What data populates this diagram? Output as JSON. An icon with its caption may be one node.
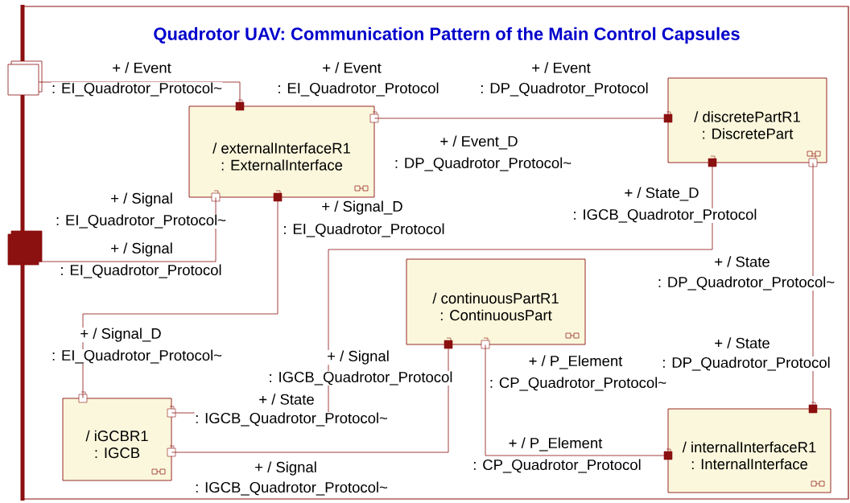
{
  "diagram": {
    "title": "Quadrotor UAV: Communication Pattern of  the  Main Control Capsules",
    "nodes": [
      {
        "text": [],
        "shape": "box"
      },
      {
        "text": [],
        "shape": "box"
      },
      {
        "text": [
          "/ externalInterfaceR1",
          ": ExternalInterface"
        ]
      },
      {
        "text": [
          "/ discretePartR1",
          ": DiscretePart"
        ]
      },
      {
        "text": [
          "/ continuousPartR1",
          ": ContinuousPart"
        ]
      },
      {
        "text": [
          "/ iGCBR1",
          ": IGCB"
        ]
      },
      {
        "text": [
          "/ internalInterfaceR1",
          ": InternalInterface"
        ]
      }
    ],
    "edges": [
      {
        "from": 0,
        "to": 2,
        "arrow": "none"
      },
      {
        "from": 1,
        "to": 2,
        "arrow": "none"
      },
      {
        "from": 2,
        "to": 3,
        "arrow": "none"
      },
      {
        "from": 2,
        "to": 5,
        "arrow": "none"
      },
      {
        "from": 3,
        "to": 5,
        "arrow": "none"
      },
      {
        "from": 5,
        "to": 4,
        "arrow": "none"
      },
      {
        "from": 4,
        "to": 6,
        "arrow": "none"
      },
      {
        "from": 3,
        "to": 6,
        "arrow": "none"
      }
    ],
    "labels": [
      "+ / Event",
      ": EI_Quadrotor_Protocol~",
      "+ / Event",
      ": EI_Quadrotor_Protocol",
      "+ / Event",
      ": DP_Quadrotor_Protocol",
      "+ / Event_D",
      ": DP_Quadrotor_Protocol~",
      "+ / Signal",
      ": EI_Quadrotor_Protocol~",
      "+ / Signal_D",
      ": EI_Quadrotor_Protocol",
      "+ / State_D",
      ": IGCB_Quadrotor_Protocol",
      "+ / Signal",
      ": EI_Quadrotor_Protocol",
      "+ / State",
      ": DP_Quadrotor_Protocol~",
      "+ / Signal_D",
      ": EI_Quadrotor_Protocol~",
      "+ / Signal",
      ": IGCB_Quadrotor_Protocol",
      "+ / P_Element",
      ": CP_Quadrotor_Protocol~",
      "+ / State",
      ": DP_Quadrotor_Protocol",
      "+ / State",
      ": IGCB_Quadrotor_Protocol~",
      "+ / P_Element",
      ": CP_Quadrotor_Protocol",
      "+ / Signal",
      ": IGCB_Quadrotor_Protocol~"
    ]
  }
}
